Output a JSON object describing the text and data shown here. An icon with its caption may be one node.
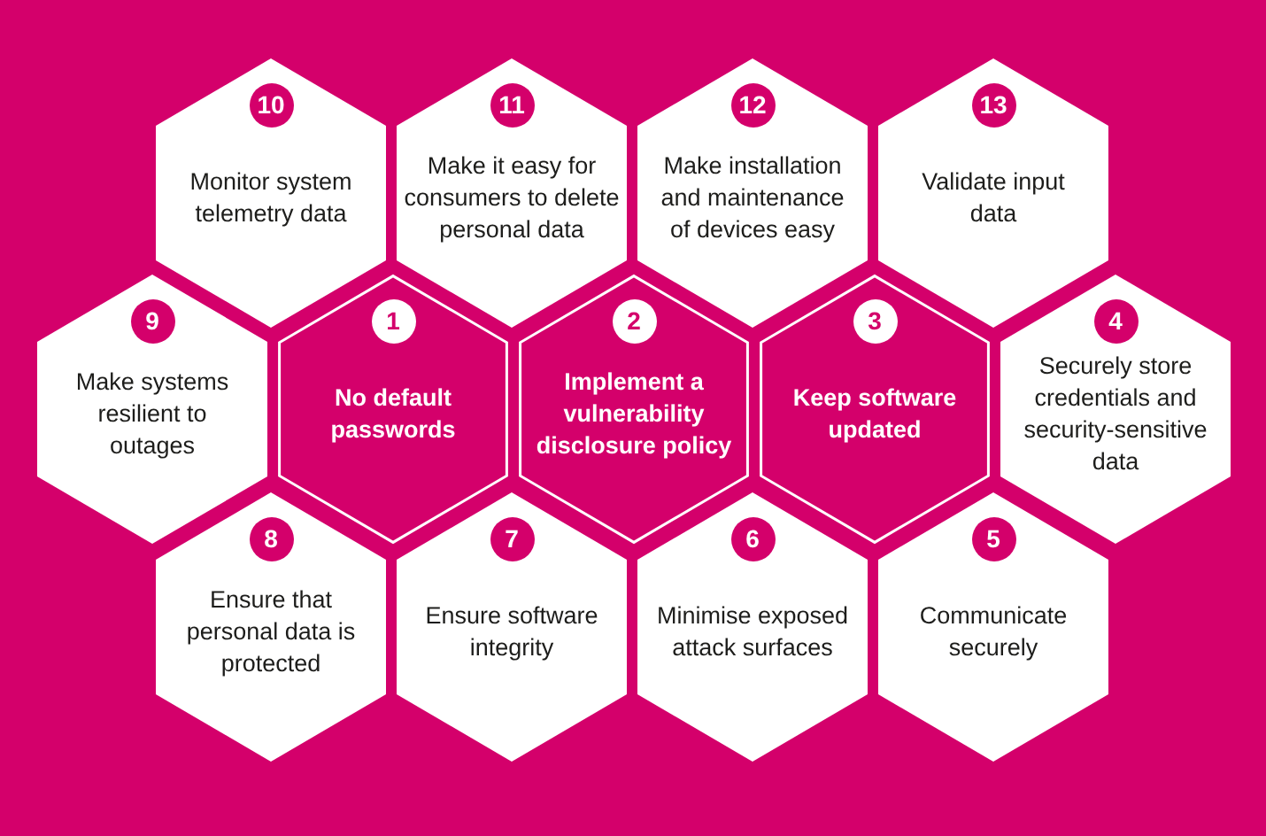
{
  "diagram": {
    "nodes": [
      {
        "text": [
          "10",
          "Monitor system telemetry data"
        ]
      },
      {
        "text": [
          "11",
          "Make it easy for consumers to delete personal data"
        ]
      },
      {
        "text": [
          "12",
          "Make installation and maintenance of devices easy"
        ]
      },
      {
        "text": [
          "13",
          "Validate input data"
        ]
      },
      {
        "text": [
          "9",
          "Make systems resilient to outages"
        ]
      },
      {
        "text": [
          "1",
          "No default passwords"
        ]
      },
      {
        "text": [
          "2",
          "Implement a vulnerability disclosure policy"
        ]
      },
      {
        "text": [
          "3",
          "Keep software updated"
        ]
      },
      {
        "text": [
          "4",
          "Securely store credentials and security-sensitive data"
        ]
      },
      {
        "text": [
          "8",
          "Ensure that personal data is protected"
        ]
      },
      {
        "text": [
          "7",
          "Ensure software integrity"
        ]
      },
      {
        "text": [
          "6",
          "Minimise exposed attack surfaces"
        ]
      },
      {
        "text": [
          "5",
          "Communicate securely"
        ]
      }
    ]
  }
}
